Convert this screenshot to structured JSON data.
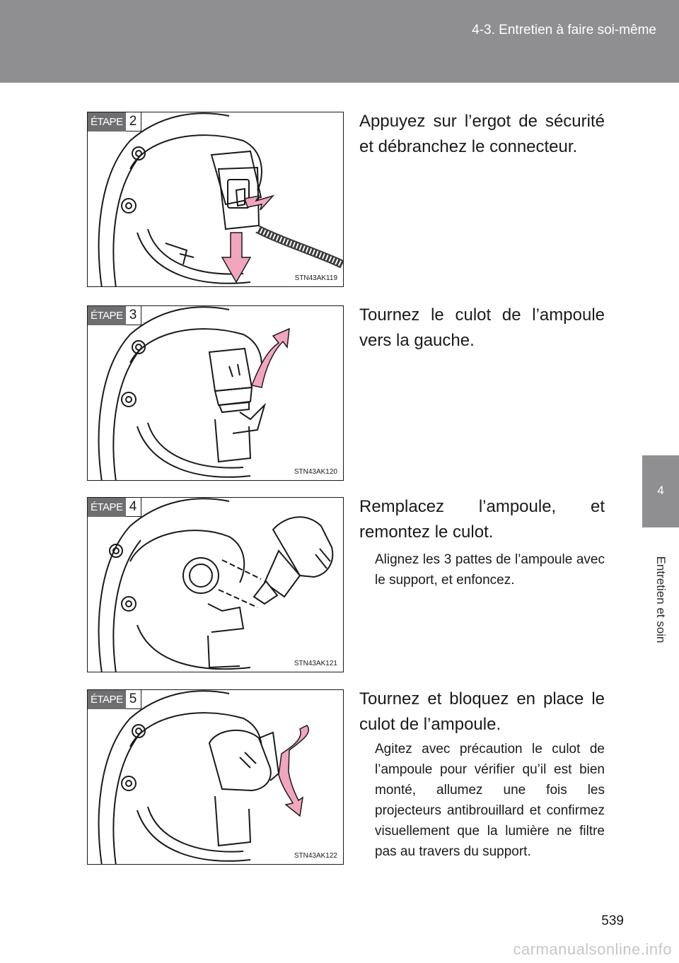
{
  "header": {
    "section_title": "4-3. Entretien à faire soi-même"
  },
  "chapter_tab": {
    "number": "4",
    "label": "Entretien et soin"
  },
  "steps": [
    {
      "etape_word": "ÉTAPE",
      "number": "2",
      "figure_code": "STN43AK119",
      "text": "Appuyez sur l’ergot de sécurité et débranchez le connecteur.",
      "note": ""
    },
    {
      "etape_word": "ÉTAPE",
      "number": "3",
      "figure_code": "STN43AK120",
      "text": "Tournez le culot de l’ampoule vers la gauche.",
      "note": ""
    },
    {
      "etape_word": "ÉTAPE",
      "number": "4",
      "figure_code": "STN43AK121",
      "text": "Remplacez l’ampoule, et remontez le culot.",
      "note": "Alignez les 3 pattes de l’ampoule avec le support, et enfoncez."
    },
    {
      "etape_word": "ÉTAPE",
      "number": "5",
      "figure_code": "STN43AK122",
      "text": "Tournez et bloquez en place le culot de l’ampoule.",
      "note": "Agitez avec précaution le culot de l’ampoule pour vérifier qu’il est bien monté, allumez une fois les projecteurs antibrouillard et confirmez visuellement que la lumière ne filtre pas au travers du support."
    }
  ],
  "page_number": "539",
  "watermark": "carmanualsonline.info",
  "colors": {
    "header_gray": "#8f8f91",
    "arrow_pink": "#f2a6bd",
    "etape_gray": "#6f6f71"
  }
}
